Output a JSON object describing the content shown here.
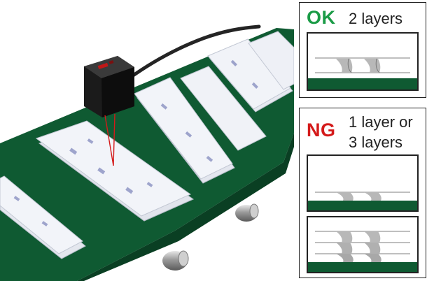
{
  "ok": {
    "status": "OK",
    "status_color": "#1a9b46",
    "description": "2 layers",
    "layers": 2
  },
  "ng": {
    "status": "NG",
    "status_color": "#d41a1a",
    "description_line1": "1 layer or",
    "description_line2": "3 layers",
    "examples": [
      {
        "layers": 1
      },
      {
        "layers": 3
      }
    ]
  },
  "colors": {
    "belt": "#0f5a32",
    "frame": "#222222",
    "laser": "#d41a1a"
  }
}
